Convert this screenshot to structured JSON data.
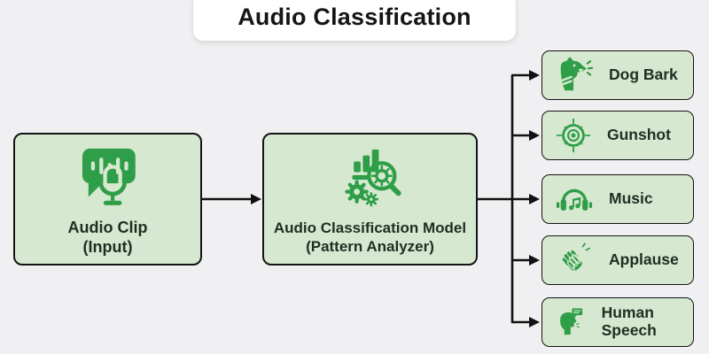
{
  "title": "Audio Classification",
  "colors": {
    "background": "#f0eff1",
    "box_fill": "#d6e8cf",
    "box_border": "#141414",
    "icon_green": "#2f9e48",
    "line_color": "#111111",
    "title_color": "#151515",
    "text_color": "#1e2f22",
    "title_bg": "#ffffff"
  },
  "input_node": {
    "label": "Audio Clip",
    "sublabel": "(Input)",
    "icon": "audio-clip-mic-icon"
  },
  "model_node": {
    "label": "Audio Classification Model",
    "sublabel": "(Pattern Analyzer)",
    "icon": "chart-magnifier-gears-icon"
  },
  "outputs": [
    {
      "label": "Dog Bark",
      "icon": "dog-bark-icon"
    },
    {
      "label": "Gunshot",
      "icon": "crosshair-target-icon"
    },
    {
      "label": "Music",
      "icon": "headphones-note-icon"
    },
    {
      "label": "Applause",
      "icon": "clapping-hands-icon"
    },
    {
      "label": "Human Speech",
      "icon": "speaking-head-icon"
    }
  ]
}
